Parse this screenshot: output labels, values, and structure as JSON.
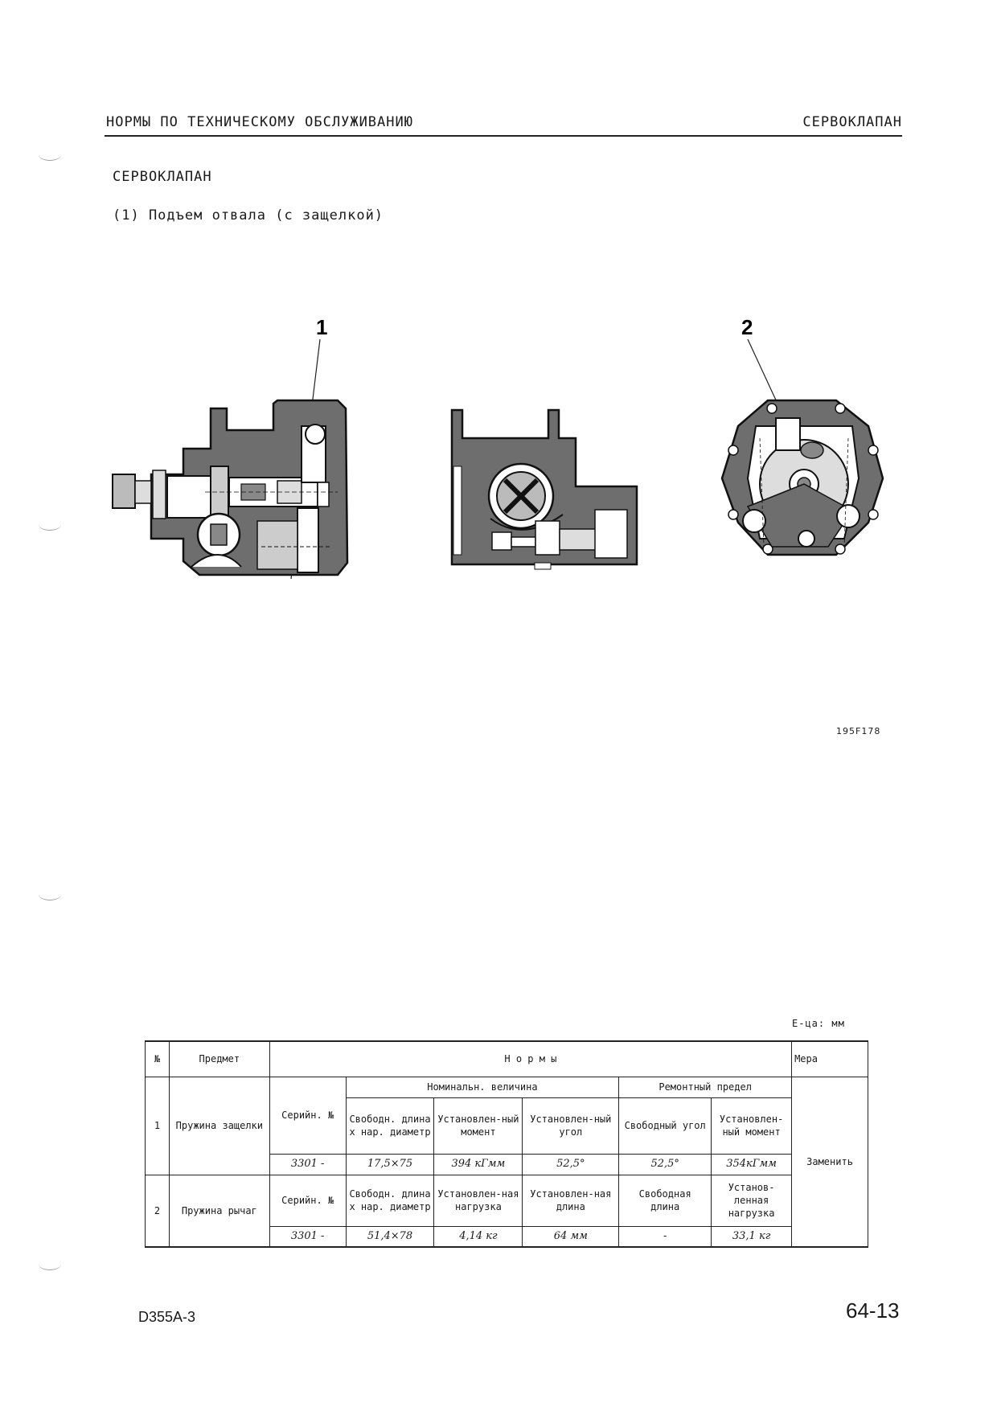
{
  "header": {
    "left": "НОРМЫ ПО ТЕХНИЧЕСКОМУ ОБСЛУЖИВАНИЮ",
    "right": "СЕРВОКЛАПАН"
  },
  "section_title": "СЕРВОКЛАПАН",
  "subsection": "(1) Подъем отвала (с защелкой)",
  "figure": {
    "callout_1": "1",
    "callout_2": "2",
    "code": "195F178"
  },
  "unit_note": "Е-ца:  мм",
  "table": {
    "col_no": "№",
    "col_item": "Предмет",
    "col_norms": "Н о р м ы",
    "col_measure": "Мера",
    "nominal_header": "Номинальн. величина",
    "repair_header": "Ремонтный предел",
    "rows": [
      {
        "no": "1",
        "item": "Пружина защелки",
        "serial_label": "Серийн. №",
        "nom_h1": "Свободн. длина х нар. диаметр",
        "nom_h2": "Установлен-ный момент",
        "nom_h3": "Установлен-ный угол",
        "rep_h1": "Свободный угол",
        "rep_h2": "Установлен-ный момент",
        "serial": "3301 -",
        "v1": "17,5×75",
        "v2": "394 кГмм",
        "v3": "52,5°",
        "v4": "52,5°",
        "v5": "354кГмм"
      },
      {
        "no": "2",
        "item": "Пружина рычаг",
        "serial_label": "Серийн. №",
        "nom_h1": "Свободн. длина х нар. диаметр",
        "nom_h2": "Установлен-ная нагрузка",
        "nom_h3": "Установлен-ная длина",
        "rep_h1": "Свободная длина",
        "rep_h2": "Установ-ленная нагрузка",
        "serial": "3301 -",
        "v1": "51,4×78",
        "v2": "4,14 кг",
        "v3": "64 мм",
        "v4": "-",
        "v5": "33,1 кг"
      }
    ],
    "remedy": "Заменить"
  },
  "footer": {
    "model": "D355A-3",
    "page": "64-13"
  }
}
